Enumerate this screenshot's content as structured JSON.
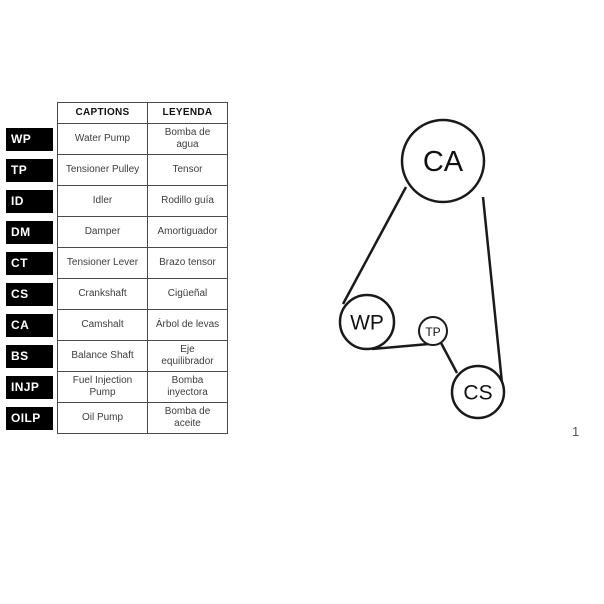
{
  "table": {
    "headers": {
      "captions": "CAPTIONS",
      "leyenda": "LEYENDA"
    },
    "rows": [
      {
        "abbr": "WP",
        "caption": "Water Pump",
        "leyenda": "Bomba de agua"
      },
      {
        "abbr": "TP",
        "caption": "Tensioner Pulley",
        "leyenda": "Tensor"
      },
      {
        "abbr": "ID",
        "caption": "Idler",
        "leyenda": "Rodillo guía"
      },
      {
        "abbr": "DM",
        "caption": "Damper",
        "leyenda": "Amortiguador"
      },
      {
        "abbr": "CT",
        "caption": "Tensioner Lever",
        "leyenda": "Brazo tensor"
      },
      {
        "abbr": "CS",
        "caption": "Crankshaft",
        "leyenda": "Cigüeñal"
      },
      {
        "abbr": "CA",
        "caption": "Camshalt",
        "leyenda": "Árbol de levas"
      },
      {
        "abbr": "BS",
        "caption": "Balance Shaft",
        "leyenda": "Eje equilibrador"
      },
      {
        "abbr": "INJP",
        "caption": "Fuel Injection Pump",
        "leyenda": "Bomba inyectora"
      },
      {
        "abbr": "OILP",
        "caption": "Oil Pump",
        "leyenda": "Bomba de aceite"
      }
    ]
  },
  "diagram": {
    "labels": {
      "ca": "CA",
      "wp": "WP",
      "tp": "TP",
      "cs": "CS"
    },
    "page_number": "1"
  },
  "colors": {
    "abbr_bg": "#000000",
    "line": "#1a1a1a",
    "border": "#4a4a4a"
  }
}
